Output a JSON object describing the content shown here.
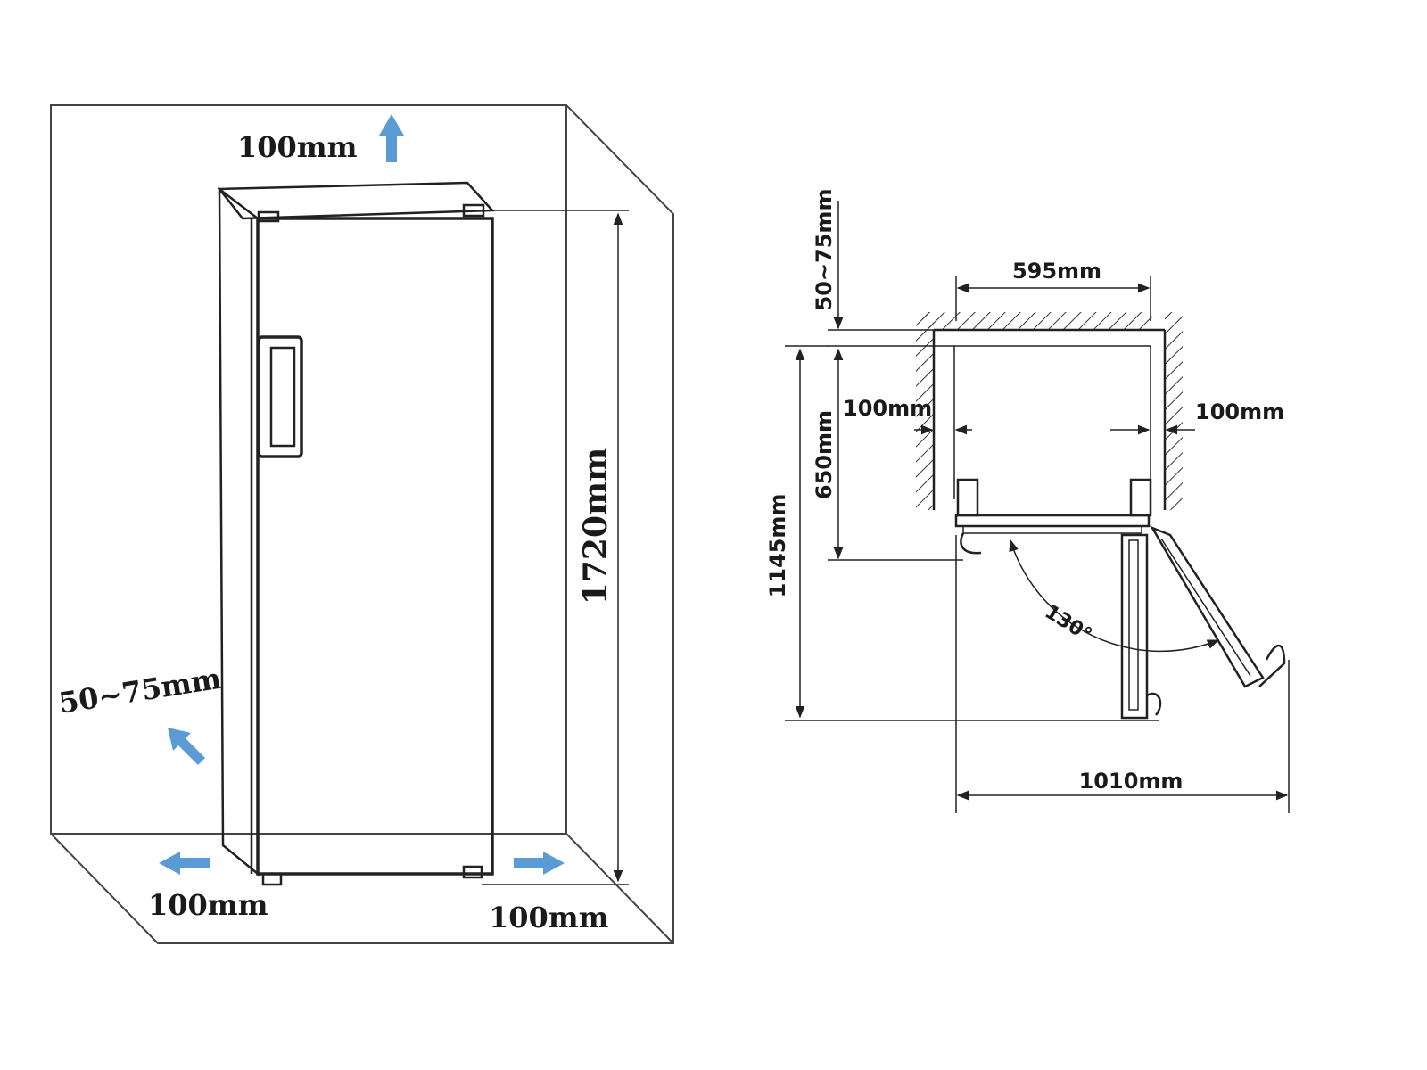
{
  "left_view": {
    "top_clearance": "100mm",
    "back_clearance": "50~75mm",
    "left_clearance": "100mm",
    "right_clearance": "100mm",
    "height": "1720mm",
    "arrow_color": "#5b9bd5"
  },
  "right_view": {
    "back_gap": "50~75mm",
    "width": "595mm",
    "left_side_gap": "100mm",
    "right_side_gap": "100mm",
    "depth": "650mm",
    "depth_open": "1145mm",
    "door_angle": "130°",
    "total_width_open": "1010mm"
  }
}
